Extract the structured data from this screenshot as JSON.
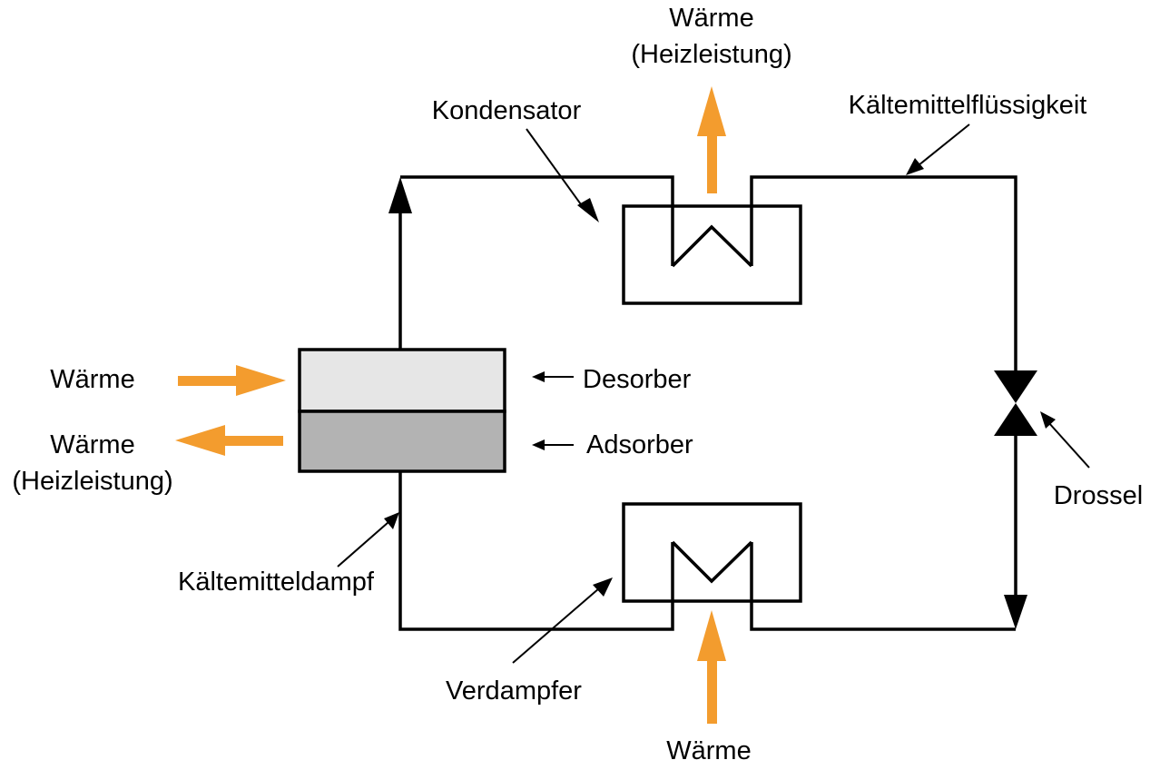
{
  "labels": {
    "heat_top_line1": "Wärme",
    "heat_top_line2": "(Heizleistung)",
    "condenser": "Kondensator",
    "liquid": "Kältemittelflüssigkeit",
    "heat_in_left": "Wärme",
    "heat_out_left_line1": "Wärme",
    "heat_out_left_line2": "(Heizleistung)",
    "desorber": "Desorber",
    "adsorber": "Adsorber",
    "throttle": "Drossel",
    "vapor": "Kältemitteldampf",
    "evaporator": "Verdampfer",
    "heat_bottom": "Wärme"
  },
  "colors": {
    "heat_arrow": "#F39C2E",
    "desorber_fill": "#E6E6E6",
    "adsorber_fill": "#B3B3B3",
    "line": "#000000"
  }
}
